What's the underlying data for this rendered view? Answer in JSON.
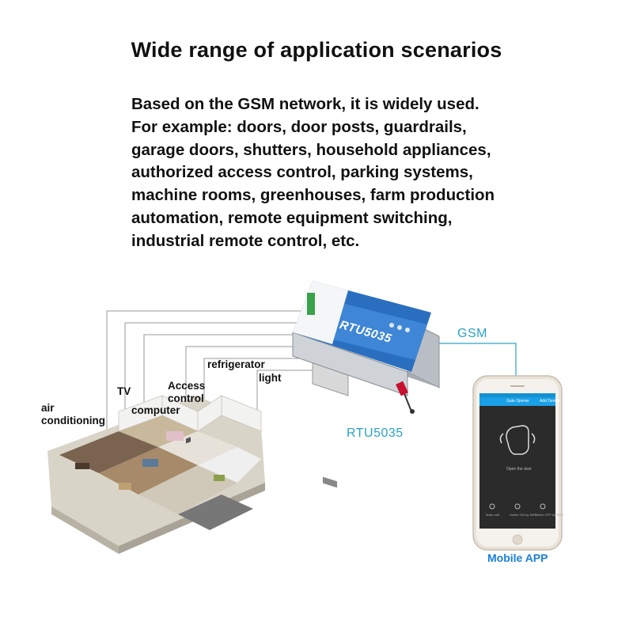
{
  "title": "Wide range of application scenarios",
  "description_lines": [
    "Based on the GSM network, it is widely used.",
    "For example: doors, door posts, guardrails,",
    "garage doors, shutters, household appliances,",
    "authorized access control, parking systems,",
    "machine rooms, greenhouses, farm production",
    "automation, remote equipment switching,",
    "industrial remote control, etc."
  ],
  "labels": {
    "air_conditioning": [
      "air",
      "conditioning"
    ],
    "tv": "TV",
    "computer": "computer",
    "access_control": [
      "Access",
      "control"
    ],
    "refrigerator": "refrigerator",
    "light": "light"
  },
  "gsm_label": "GSM",
  "device": {
    "model_text": "RTU5035",
    "caption": "RTU5035"
  },
  "phone": {
    "app_title": "Gate Opener",
    "header_right": "Add Device",
    "center_text": "Open the door",
    "buttons": [
      "Make call",
      "Switch ON by SMS",
      "Switch OFF by SMS"
    ]
  },
  "app_caption": "Mobile APP",
  "colors": {
    "accent_blue": "#29a3c7",
    "app_blue": "#1a7fd6",
    "device_blue": "#2a6fbf",
    "phone_header": "#1aa0e6"
  }
}
